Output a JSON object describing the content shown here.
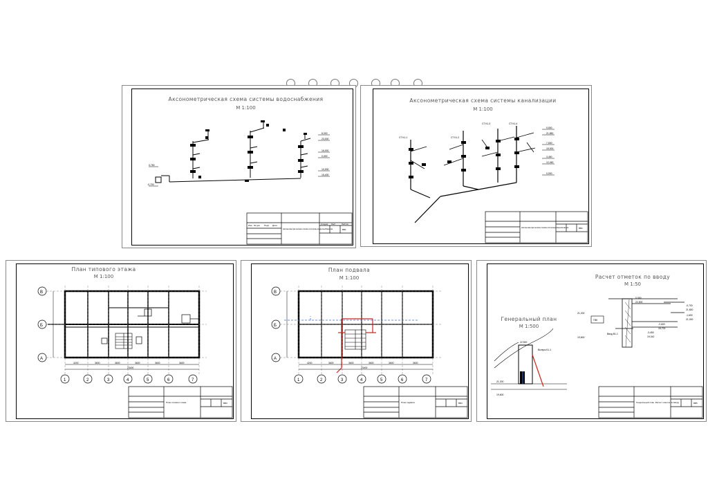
{
  "binder_rings": 7,
  "sheets": {
    "water": {
      "title": "Аксонометрическая схема системы водоснабжения",
      "scale": "М 1:100",
      "levels": [
        "0,750",
        "-0,700",
        "8,000",
        "23,000",
        "16,000",
        "0,000",
        "10,000",
        "15,400"
      ],
      "stamp": {
        "name": "Аксонометрическая схема системы водоснабжения",
        "code": "ВВ1"
      }
    },
    "sewer": {
      "title": "Аксонометрическая схема системы канализации",
      "scale": "М 1:100",
      "levels": [
        "9,500",
        "21,850",
        "7,500",
        "15,000",
        "3,450",
        "12,450",
        "0,000"
      ],
      "risers": [
        "СТ К1-1",
        "СТ К1-2",
        "СТ К1-3",
        "СТ К1-4"
      ],
      "stamp": {
        "name": "Аксонометрическая схема системы канализации",
        "code": "ВВ2"
      }
    },
    "floor": {
      "title": "План типового этажа",
      "scale": "М 1:100",
      "rows": [
        "В",
        "Б",
        "А"
      ],
      "cols": [
        "1",
        "2",
        "3",
        "4",
        "5",
        "6",
        "7"
      ],
      "dims": [
        "4200",
        "3600",
        "3600",
        "3600",
        "3600",
        "3600"
      ],
      "total": "23400",
      "stamp": {
        "name": "План типового этажа",
        "code": "ВВ3"
      }
    },
    "basement": {
      "title": "План подвала",
      "scale": "М 1:100",
      "rows": [
        "В",
        "Б",
        "А"
      ],
      "cols": [
        "1",
        "2",
        "3",
        "4",
        "5",
        "6",
        "7"
      ],
      "dims": [
        "4200",
        "3600",
        "3600",
        "3600",
        "3600",
        "3600"
      ],
      "total": "23400",
      "stamp": {
        "name": "План подвала",
        "code": "ВВ4"
      }
    },
    "site": {
      "title": "Генеральный план",
      "scale": "М 1:500",
      "title2": "Расчет отметок по вводу",
      "scale2": "М 1:50",
      "levels": [
        "22,500",
        "21,200",
        "19,600",
        "0,000",
        "22,500",
        "-0,700",
        "21,800",
        "-1,600",
        "21,000",
        "-2,600",
        "18,700",
        "-3,450",
        "19,042"
      ],
      "labels": [
        "ГВК",
        "Ввод В1-1",
        "Выпуск К1-1"
      ],
      "stamp": {
        "name": "Генеральный план. Расчет отметок по вводу",
        "code": "ВВ5"
      }
    }
  },
  "stamp_headers": [
    "Изм",
    "Кол.уч",
    "Лист",
    "№ док",
    "Подп.",
    "Дата",
    "Стадия",
    "Лист",
    "Листов"
  ]
}
